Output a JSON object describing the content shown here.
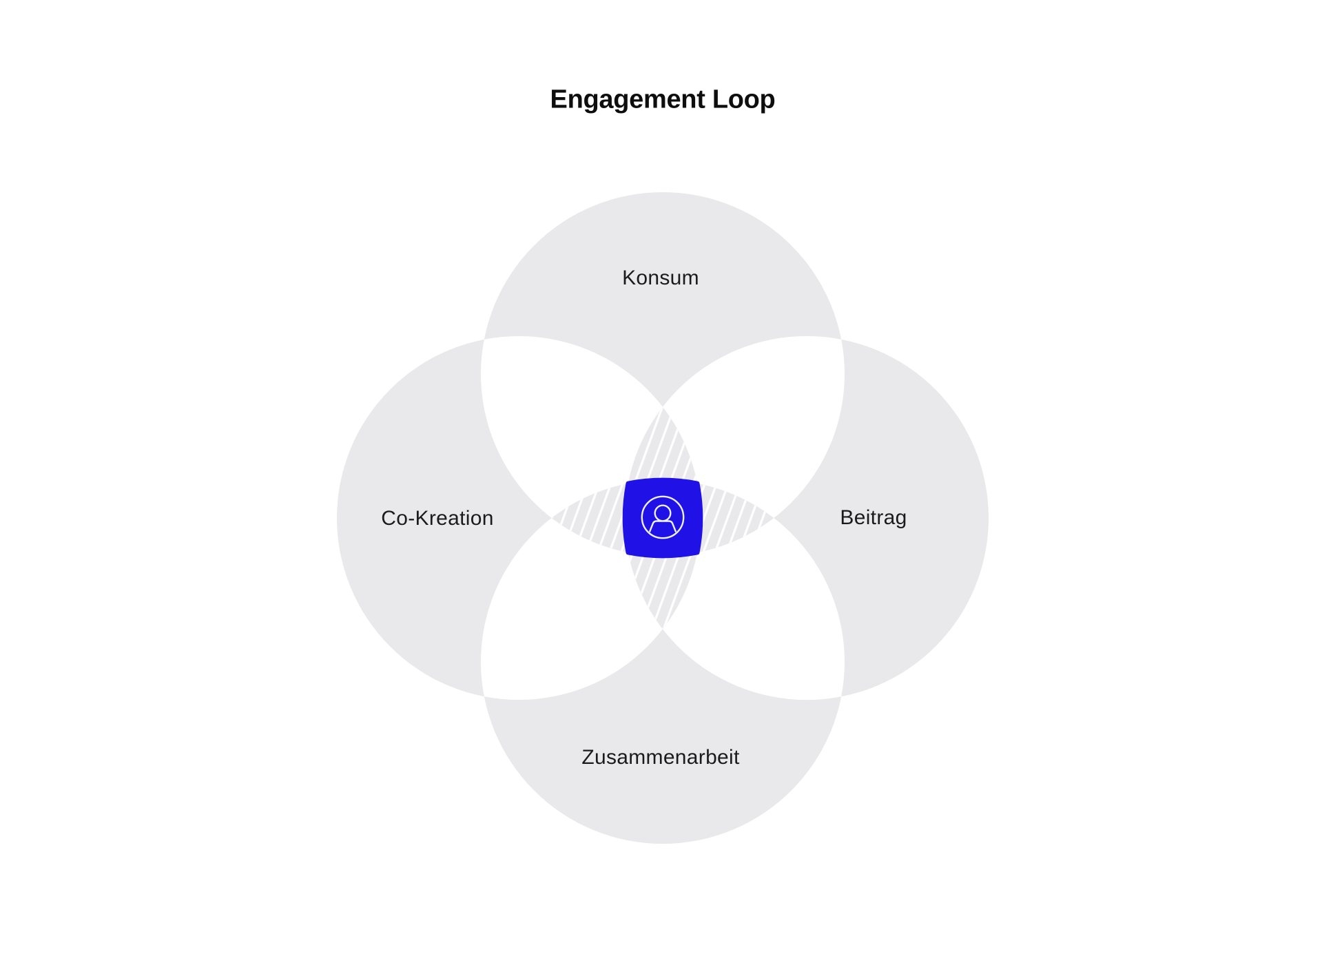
{
  "title": "Engagement Loop",
  "diagram": {
    "labels": {
      "top": "Konsum",
      "left": "Co-Kreation",
      "right": "Beitrag",
      "bottom": "Zusammenarbeit"
    },
    "center_icon": "user-circle-icon"
  },
  "colors": {
    "background": "#ffffff",
    "circle_gray": "#e9e9eb",
    "hatch_line": "#ffffff",
    "accent_blue": "#2012e6",
    "icon_stroke": "#eef0fb",
    "title_text": "#0e0e0e",
    "label_text": "#1b1b1b"
  }
}
